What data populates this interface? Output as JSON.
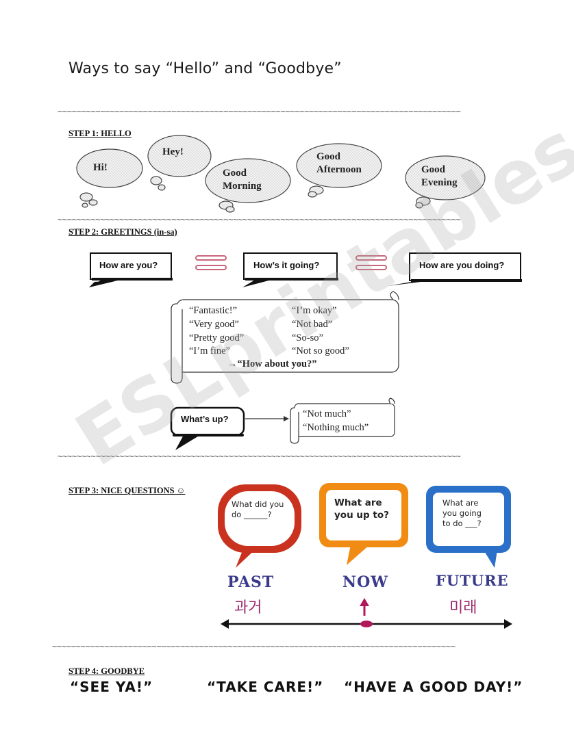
{
  "title": "Ways to say “Hello” and “Goodbye”",
  "divider": "~~~~~~~~~~~~~~~~~~~~~~~~~~~~~~~~~~~~~~~~~~~~~~~~~~~~~~~~~~~~~~~~~~~~~~~~~~~~~~~~~~~~~",
  "step1": {
    "heading": "STEP 1: HELLO",
    "clouds": [
      "Hi!",
      "Hey!",
      "Good Morning",
      "Good Afternoon",
      "Good Evening"
    ]
  },
  "step2": {
    "heading": "STEP 2: GREETINGS (in-sa)",
    "bubbles": [
      "How are you?",
      "How’s it going?",
      "How are you doing?"
    ],
    "answers_left": [
      "“Fantastic!”",
      "“Very good”",
      "“Pretty good”",
      "“I’m fine”"
    ],
    "answers_right": [
      "“I’m okay”",
      "“Not bad”",
      "“So-so”",
      "“Not so good”"
    ],
    "follow_up": "→“How about you?”",
    "whats_up": "What’s up?",
    "whats_up_answers": [
      "“Not much”",
      "“Nothing much”"
    ]
  },
  "step3": {
    "heading": "STEP 3: NICE QUESTIONS ☺",
    "bubbles": [
      {
        "line1": "What did you",
        "line2": "do ______?",
        "line3": ""
      },
      {
        "line1": "What are",
        "line2": "you up to?",
        "line3": ""
      },
      {
        "line1": "What are",
        "line2": "you going",
        "line3": "to do ___?"
      }
    ],
    "timeline": [
      {
        "label": "PAST",
        "korean": "과거"
      },
      {
        "label": "NOW",
        "korean": ""
      },
      {
        "label": "FUTURE",
        "korean": "미래"
      }
    ]
  },
  "step4": {
    "heading": "STEP 4: GOODBYE",
    "phrases": [
      "“SEE YA!”",
      "“TAKE CARE!”",
      "“HAVE A GOOD DAY!”"
    ]
  },
  "watermark": "ESLprintables.com",
  "colors": {
    "bubble_red": "#c8321e",
    "bubble_orange": "#f08c14",
    "bubble_blue": "#2a6fc8",
    "equals": "#c86478",
    "timeline_marker": "#b0185a"
  }
}
